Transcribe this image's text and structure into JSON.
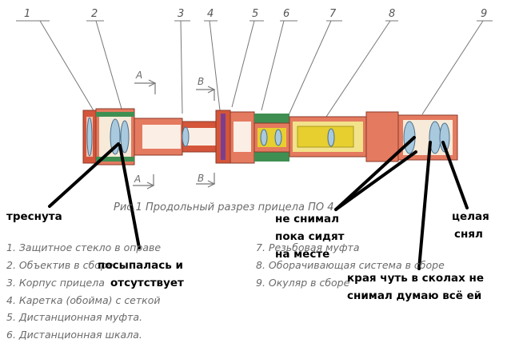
{
  "callout_numbers": [
    "1",
    "2",
    "3",
    "4",
    "5",
    "6",
    "7",
    "8",
    "9"
  ],
  "section_markers": {
    "a_top": "A",
    "b_top": "B",
    "a_bottom": "A",
    "b_bottom": "B"
  },
  "caption": "Рис.1  Продольный разрез прицела ПО 4",
  "legend": [
    "1. Защитное стекло в оправе",
    "2. Объектив в сборе",
    "3. Корпус прицела",
    "4. Каретка (обойма) с сеткой",
    "5. Дистанционная муфта.",
    "6. Дистанционная шкала.",
    "7. Резьбовая муфта",
    "8. Оборачивающая система в сборе",
    "9. Окуляр в сборе"
  ],
  "annotations": {
    "cracked": "треснута",
    "crumbled_1": "посыпалась и",
    "crumbled_2": "отсутствует",
    "not_removed_1": "не снимал",
    "not_removed_2": "пока сидят",
    "not_removed_3": "на месте",
    "whole_1": "целая",
    "whole_2": "снял",
    "chipped_1": "края чуть в сколах не",
    "chipped_2": "снимал думаю всё ей"
  },
  "colors": {
    "body_red": "#d4553a",
    "green": "#3f8f52",
    "yellow": "#e6cf2e",
    "lens_blue": "#a9c9df",
    "purple": "#7b3e8e",
    "ink": "#6b6b6b",
    "marker": "#000000"
  }
}
